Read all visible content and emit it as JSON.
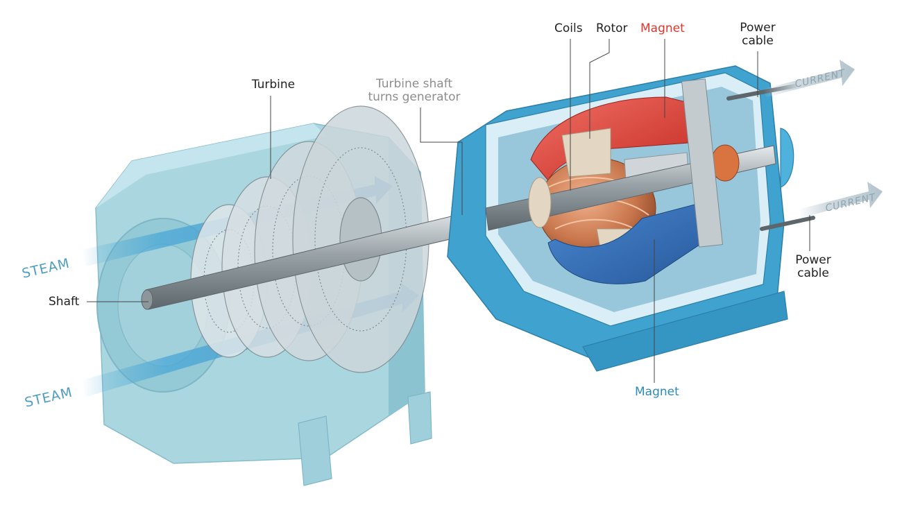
{
  "labels": {
    "turbine": "Turbine",
    "turbine_shaft": [
      "Turbine shaft",
      "turns generator"
    ],
    "coils": "Coils",
    "rotor": "Rotor",
    "magnet_top": "Magnet",
    "power_cable_top": [
      "Power",
      "cable"
    ],
    "power_cable_bottom": [
      "Power",
      "cable"
    ],
    "shaft": "Shaft",
    "magnet_bottom": "Magnet"
  },
  "flows": {
    "steam_upper": "STEAM",
    "steam_lower": "STEAM",
    "current_upper": "CURRENT",
    "current_lower": "CURRENT"
  },
  "colors": {
    "turbine_housing": "#a9d6df",
    "generator_housing": "#3fa2cf",
    "magnet_red": "#e0352b",
    "magnet_blue": "#2f6fb8",
    "coil_copper": "#c9774d",
    "steam_blue": "#4f9cc2",
    "current_gray": "#b9c8d0"
  }
}
